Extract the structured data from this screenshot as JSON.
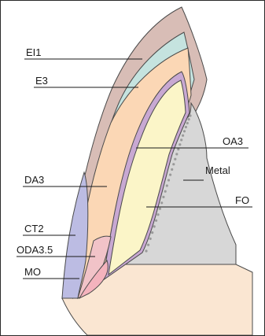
{
  "diagram": {
    "labels": {
      "el1": "EI1",
      "e3": "E3",
      "oa3": "OA3",
      "metal": "Metal",
      "da3": "DA3",
      "fo": "FO",
      "ct2": "CT2",
      "oda35": "ODA3.5",
      "mo": "MO"
    },
    "colors": {
      "enamel_outer": "#d8bdb6",
      "enamel_inner": "#c5e3df",
      "dentin": "#fbd7b5",
      "opaque": "#c8a8d2",
      "opaque_core": "#fbf5c8",
      "metal": "#d7d7d7",
      "metal_beads": "#9a9a9a",
      "cervical": "#bcbce3",
      "opaque_dentin": "#f1c3c8",
      "margin": "#f4b3bd",
      "root": "#fae6d2",
      "outline": "#4a4a4a"
    }
  }
}
